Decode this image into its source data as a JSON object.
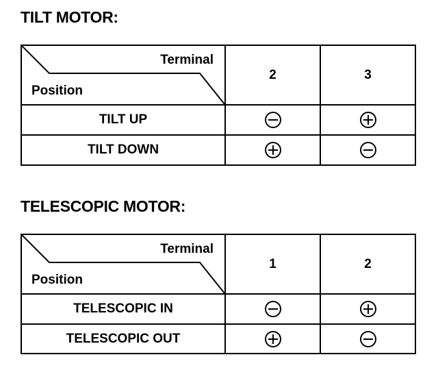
{
  "tilt": {
    "title": "TILT MOTOR:",
    "header": {
      "terminal_label": "Terminal",
      "position_label": "Position"
    },
    "terminals": [
      "2",
      "3"
    ],
    "rows": [
      {
        "position": "TILT UP",
        "polarity": [
          "minus",
          "plus"
        ]
      },
      {
        "position": "TILT DOWN",
        "polarity": [
          "plus",
          "minus"
        ]
      }
    ]
  },
  "telescopic": {
    "title": "TELESCOPIC MOTOR:",
    "header": {
      "terminal_label": "Terminal",
      "position_label": "Position"
    },
    "terminals": [
      "1",
      "2"
    ],
    "rows": [
      {
        "position": "TELESCOPIC IN",
        "polarity": [
          "minus",
          "plus"
        ]
      },
      {
        "position": "TELESCOPIC OUT",
        "polarity": [
          "plus",
          "minus"
        ]
      }
    ]
  },
  "icons": {
    "minus": "minus-circle-icon",
    "plus": "plus-circle-icon"
  },
  "colors": {
    "ink": "#000000",
    "background": "#ffffff"
  }
}
